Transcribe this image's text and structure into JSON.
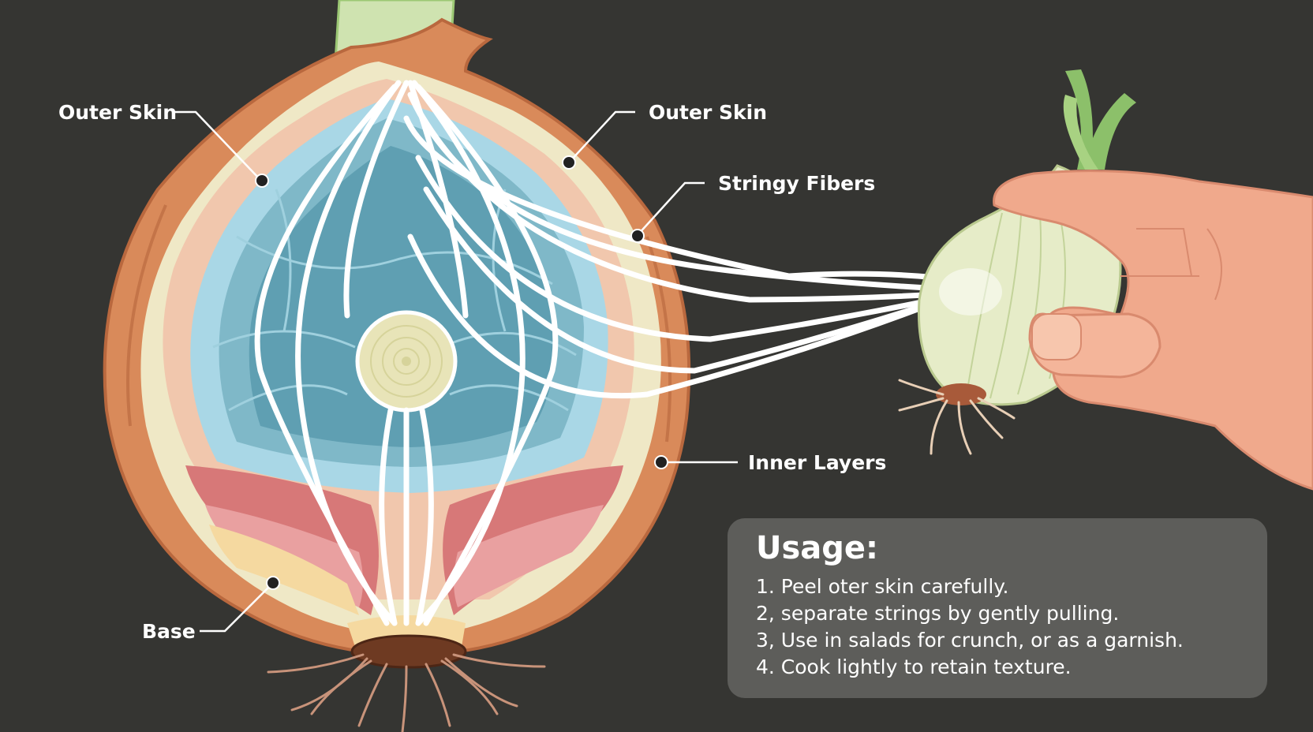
{
  "labels": {
    "outer_skin_left": "Outer Skin",
    "outer_skin_right": "Outer Skin",
    "stringy_fibers": "Stringy Fibers",
    "inner_layers": "Inner Layers",
    "base": "Base"
  },
  "usage": {
    "title": "Usage:",
    "steps": [
      "1. Peel oter skin carefully.",
      "2, separate strings by gently pulling.",
      "3, Use in salads for crunch, or as a garnish.",
      "4. Cook lightly to retain texture."
    ]
  },
  "colors": {
    "background": "#353532",
    "skin": "#d98a5a",
    "layer_pale": "#efe8c6",
    "layer_blue": "#9fcfe0",
    "layer_red": "#d77878",
    "fiber": "#ffffff",
    "stem": "#9cc874",
    "hand": "#f0a98c",
    "panel": "#5d5d5a"
  }
}
